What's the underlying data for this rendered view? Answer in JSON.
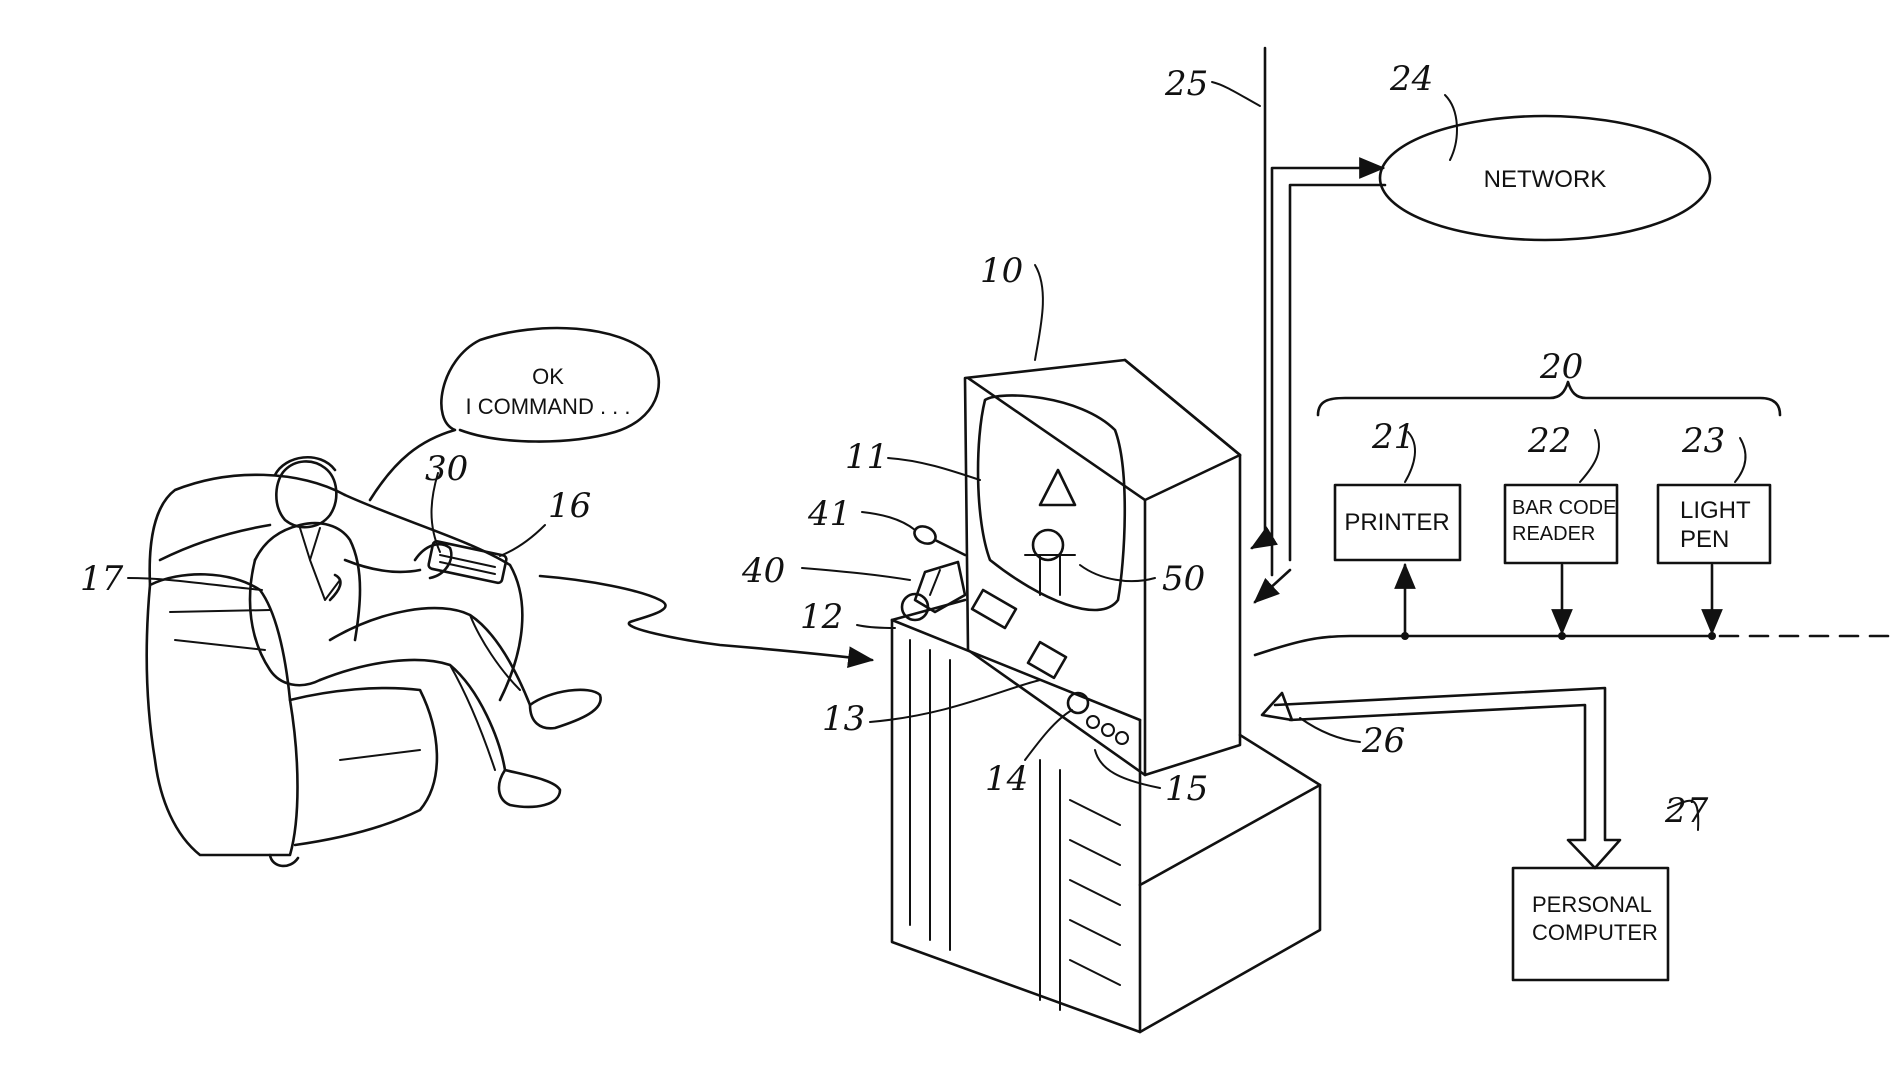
{
  "speech": {
    "line1": "OK",
    "line2": "I COMMAND . . ."
  },
  "boxes": {
    "network": "NETWORK",
    "printer": "PRINTER",
    "barcode_line1": "BAR CODE",
    "barcode_line2": "READER",
    "lightpen_line1": "LIGHT",
    "lightpen_line2": "PEN",
    "pc_line1": "PERSONAL",
    "pc_line2": "COMPUTER"
  },
  "refs": {
    "r10": "10",
    "r11": "11",
    "r12": "12",
    "r13": "13",
    "r14": "14",
    "r15": "15",
    "r16": "16",
    "r17": "17",
    "r20": "20",
    "r21": "21",
    "r22": "22",
    "r23": "23",
    "r24": "24",
    "r25": "25",
    "r26": "26",
    "r27": "27",
    "r30": "30",
    "r40": "40",
    "r41": "41",
    "r50": "50"
  },
  "colors": {
    "ink": "#111111",
    "paper": "#ffffff"
  }
}
